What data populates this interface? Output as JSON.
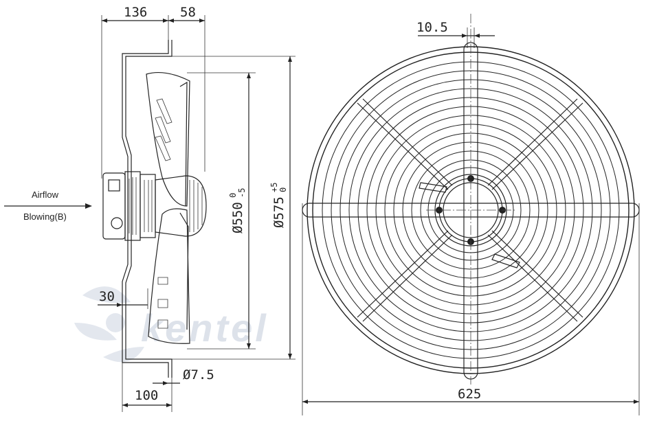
{
  "watermark": "kentel",
  "dimensions": {
    "d136": "136",
    "d58": "58",
    "d30": "30",
    "d100": "100",
    "d7_5": "Ø7.5",
    "d10_5": "10.5",
    "d625": "625",
    "d550_base": "Ø550",
    "d550_upper": "0",
    "d550_lower": "-5",
    "d575_base": "Ø575",
    "d575_upper": "+5",
    "d575_lower": "0"
  },
  "labels": {
    "airflow": "Airflow",
    "blowing": "Blowing(B)"
  },
  "colors": {
    "line": "#222222",
    "watermark": "#dde2ea"
  }
}
